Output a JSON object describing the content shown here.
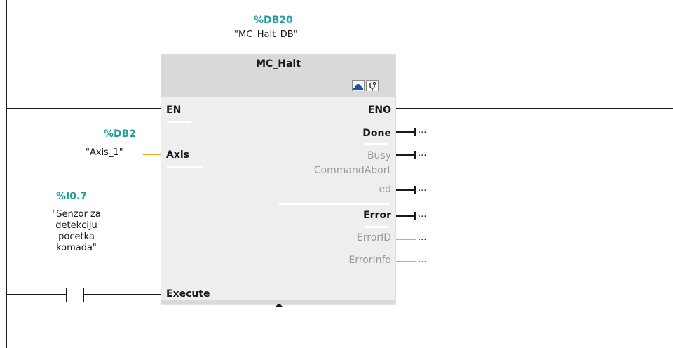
{
  "instance_db": {
    "address": "%DB20",
    "name": "\"MC_Halt_DB\""
  },
  "block": {
    "title": "MC_Halt"
  },
  "inputs": {
    "en": "EN",
    "axis": "Axis",
    "execute": "Execute"
  },
  "outputs": {
    "eno": "ENO",
    "done": "Done",
    "busy": "Busy",
    "command_aborted_1": "CommandAbort",
    "command_aborted_2": "ed",
    "error": "Error",
    "error_id": "ErrorID",
    "error_info": "ErrorInfo"
  },
  "axis_operand": {
    "address": "%DB2",
    "name": "\"Axis_1\""
  },
  "contact_operand": {
    "address": "%I0.7",
    "name_lines": [
      "\"Senzor za",
      "detekciju",
      "pocetka",
      "komada\""
    ]
  },
  "unconnected": "...",
  "icons": {
    "block_icon_1": "motion-axis-icon",
    "block_icon_2": "diagnostics-stethoscope-icon",
    "expand": "expand-arrow-icon"
  },
  "colors": {
    "address": "#1e9e9e",
    "orange_wire": "#f5a623",
    "block_bg": "#eeeeee",
    "block_header": "#d9d9d9"
  }
}
